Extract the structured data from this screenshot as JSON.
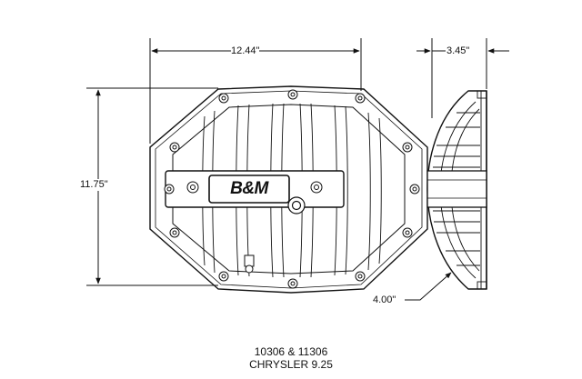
{
  "dimensions": {
    "width": "12.44\"",
    "height": "11.75\"",
    "depth": "3.45\"",
    "bolt_circle": "4.00\""
  },
  "logo": {
    "text": "B&M"
  },
  "caption": {
    "part_numbers": "10306 & 11306",
    "application": "CHRYSLER 9.25"
  },
  "colors": {
    "line": "#111111",
    "background": "#ffffff"
  }
}
